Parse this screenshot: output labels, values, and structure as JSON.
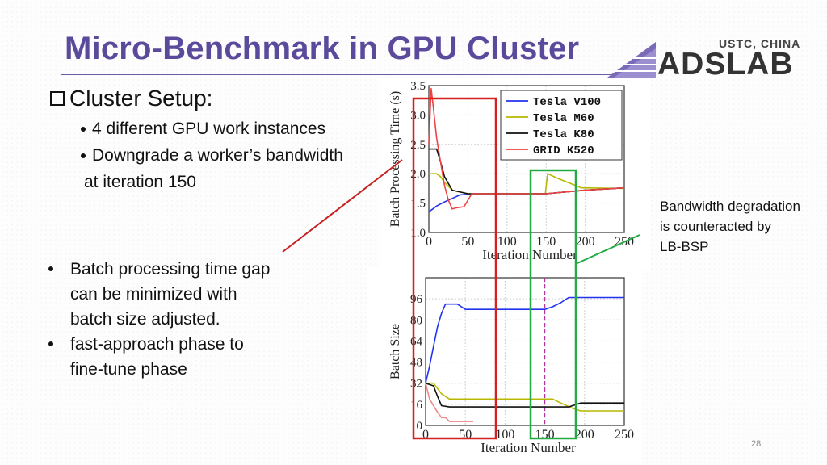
{
  "slide": {
    "title": "Micro-Benchmark in GPU Cluster",
    "page_number": "28",
    "logo": {
      "top": "USTC, CHINA",
      "main": "ADSLAB"
    },
    "setup_heading": "Cluster Setup:",
    "setup_items": [
      "4 different GPU work instances",
      "Downgrade a worker’s bandwidth",
      "at iteration 150"
    ],
    "bullets": [
      [
        "Batch processing time gap",
        "can be  minimized with",
        "batch size adjusted."
      ],
      [
        "fast-approach phase to",
        "fine-tune phase"
      ]
    ],
    "note": [
      "Bandwidth degradation",
      "is counteracted by",
      " LB-BSP"
    ]
  },
  "chart_data": [
    {
      "type": "line",
      "xlabel": "Iteration Number",
      "ylabel": "Batch Processing Time (s)",
      "xlim": [
        0,
        250
      ],
      "ylim": [
        1.0,
        3.5
      ],
      "xticks": [
        "0",
        "50",
        "100",
        "150",
        "200",
        "250"
      ],
      "yticks": [
        "1.0",
        "1.5",
        "2.0",
        "2.5",
        "3.0",
        "3.5"
      ],
      "grid": true,
      "legend": "top-right",
      "series": [
        {
          "name": "Tesla V100",
          "color": "#2233ee",
          "x": [
            0,
            10,
            20,
            30,
            40,
            60,
            100,
            150,
            200,
            250
          ],
          "y": [
            1.35,
            1.45,
            1.52,
            1.58,
            1.64,
            1.66,
            1.66,
            1.66,
            1.72,
            1.76
          ]
        },
        {
          "name": "Tesla M60",
          "color": "#b8b800",
          "x": [
            0,
            10,
            15,
            20,
            30,
            50,
            100,
            149,
            152,
            165,
            180,
            195,
            250
          ],
          "y": [
            2.0,
            2.0,
            1.95,
            1.85,
            1.72,
            1.66,
            1.66,
            1.66,
            2.0,
            1.92,
            1.84,
            1.76,
            1.75
          ]
        },
        {
          "name": "Tesla K80",
          "color": "#111111",
          "x": [
            0,
            10,
            15,
            20,
            30,
            50,
            100,
            150,
            200,
            250
          ],
          "y": [
            2.42,
            2.42,
            2.2,
            1.95,
            1.72,
            1.66,
            1.66,
            1.66,
            1.72,
            1.76
          ]
        },
        {
          "name": "GRID K520",
          "color": "#ee4444",
          "x": [
            0,
            3,
            6,
            10,
            15,
            20,
            25,
            30,
            35,
            45,
            55,
            100,
            150,
            200,
            250
          ],
          "y": [
            2.5,
            3.45,
            3.1,
            2.6,
            2.2,
            1.8,
            1.55,
            1.4,
            1.42,
            1.44,
            1.66,
            1.66,
            1.66,
            1.72,
            1.76
          ]
        }
      ]
    },
    {
      "type": "line",
      "xlabel": "Iteration Number",
      "ylabel": "Batch Size",
      "xlim": [
        0,
        250
      ],
      "ylim": [
        0,
        112
      ],
      "xticks": [
        "0",
        "50",
        "100",
        "150",
        "200",
        "250"
      ],
      "yticks": [
        "0",
        "16",
        "32",
        "48",
        "64",
        "80",
        "96"
      ],
      "grid": true,
      "series": [
        {
          "color": "#2233ee",
          "x": [
            0,
            5,
            10,
            15,
            20,
            25,
            30,
            40,
            50,
            60,
            100,
            150,
            160,
            170,
            180,
            250
          ],
          "y": [
            32,
            45,
            60,
            75,
            85,
            92,
            92,
            92,
            88,
            88,
            88,
            88,
            90,
            93,
            97,
            97
          ]
        },
        {
          "color": "#b8b800",
          "x": [
            0,
            10,
            15,
            20,
            30,
            40,
            60,
            100,
            150,
            160,
            170,
            185,
            195,
            250
          ],
          "y": [
            32,
            32,
            28,
            24,
            20,
            20,
            20,
            20,
            20,
            20,
            17,
            13,
            11,
            11
          ]
        },
        {
          "color": "#111111",
          "x": [
            0,
            10,
            15,
            20,
            30,
            40,
            60,
            100,
            150,
            170,
            180,
            195,
            250
          ],
          "y": [
            32,
            30,
            22,
            15,
            14,
            14,
            14,
            14,
            14,
            14,
            14,
            17,
            17
          ]
        },
        {
          "color": "#ee8888",
          "x": [
            0,
            5,
            10,
            15,
            20,
            25,
            30,
            40,
            60
          ],
          "y": [
            32,
            20,
            15,
            10,
            6,
            6,
            3,
            3,
            3
          ]
        }
      ]
    }
  ]
}
